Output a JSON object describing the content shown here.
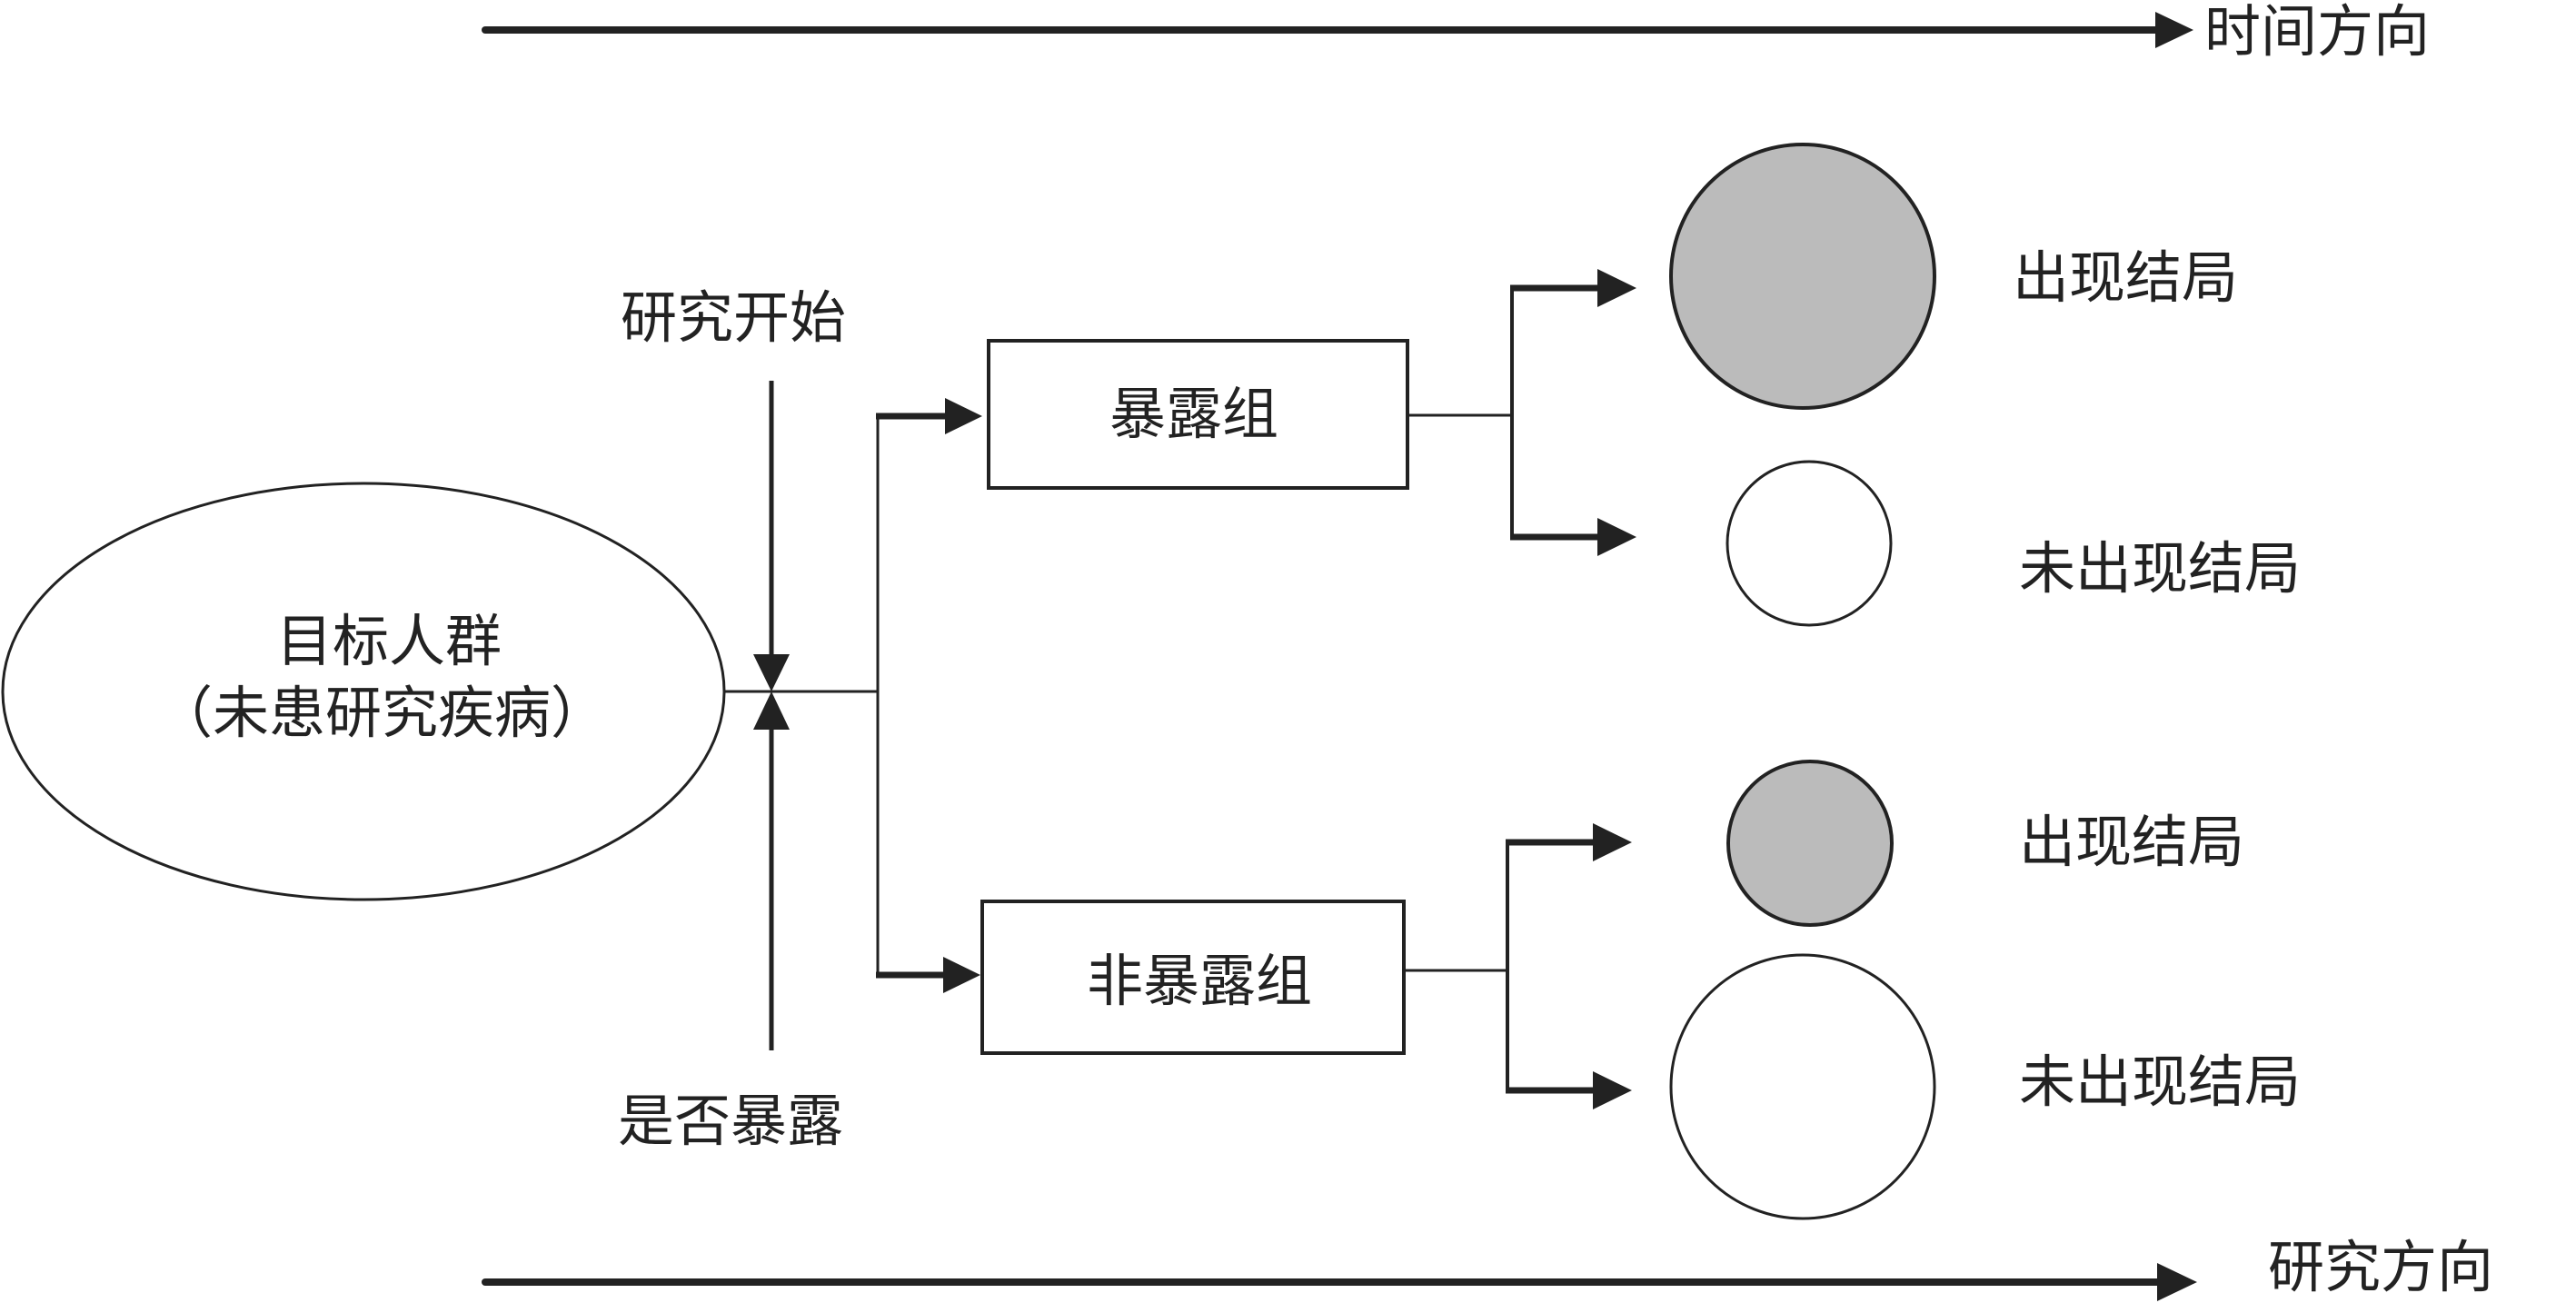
{
  "diagram": {
    "title": "Cohort study design",
    "axes": {
      "time_direction": "时间方向",
      "study_direction": "研究方向"
    },
    "population": {
      "line1": "目标人群",
      "line2": "（未患研究疾病）"
    },
    "markers": {
      "study_start": "研究开始",
      "exposure_status": "是否暴露"
    },
    "groups": [
      {
        "label": "暴露组",
        "outcomes": [
          {
            "label": "出现结局",
            "status": "outcome",
            "relative_size": "large",
            "fill": "#bbbbbb"
          },
          {
            "label": "未出现结局",
            "status": "no-outcome",
            "relative_size": "small",
            "fill": "#ffffff"
          }
        ]
      },
      {
        "label": "非暴露组",
        "outcomes": [
          {
            "label": "出现结局",
            "status": "outcome",
            "relative_size": "small",
            "fill": "#bbbbbb"
          },
          {
            "label": "未出现结局",
            "status": "no-outcome",
            "relative_size": "large",
            "fill": "#ffffff"
          }
        ]
      }
    ],
    "colors": {
      "line": "#222222",
      "outcome_fill": "#bbbbbb",
      "no_outcome_fill": "#ffffff"
    }
  }
}
